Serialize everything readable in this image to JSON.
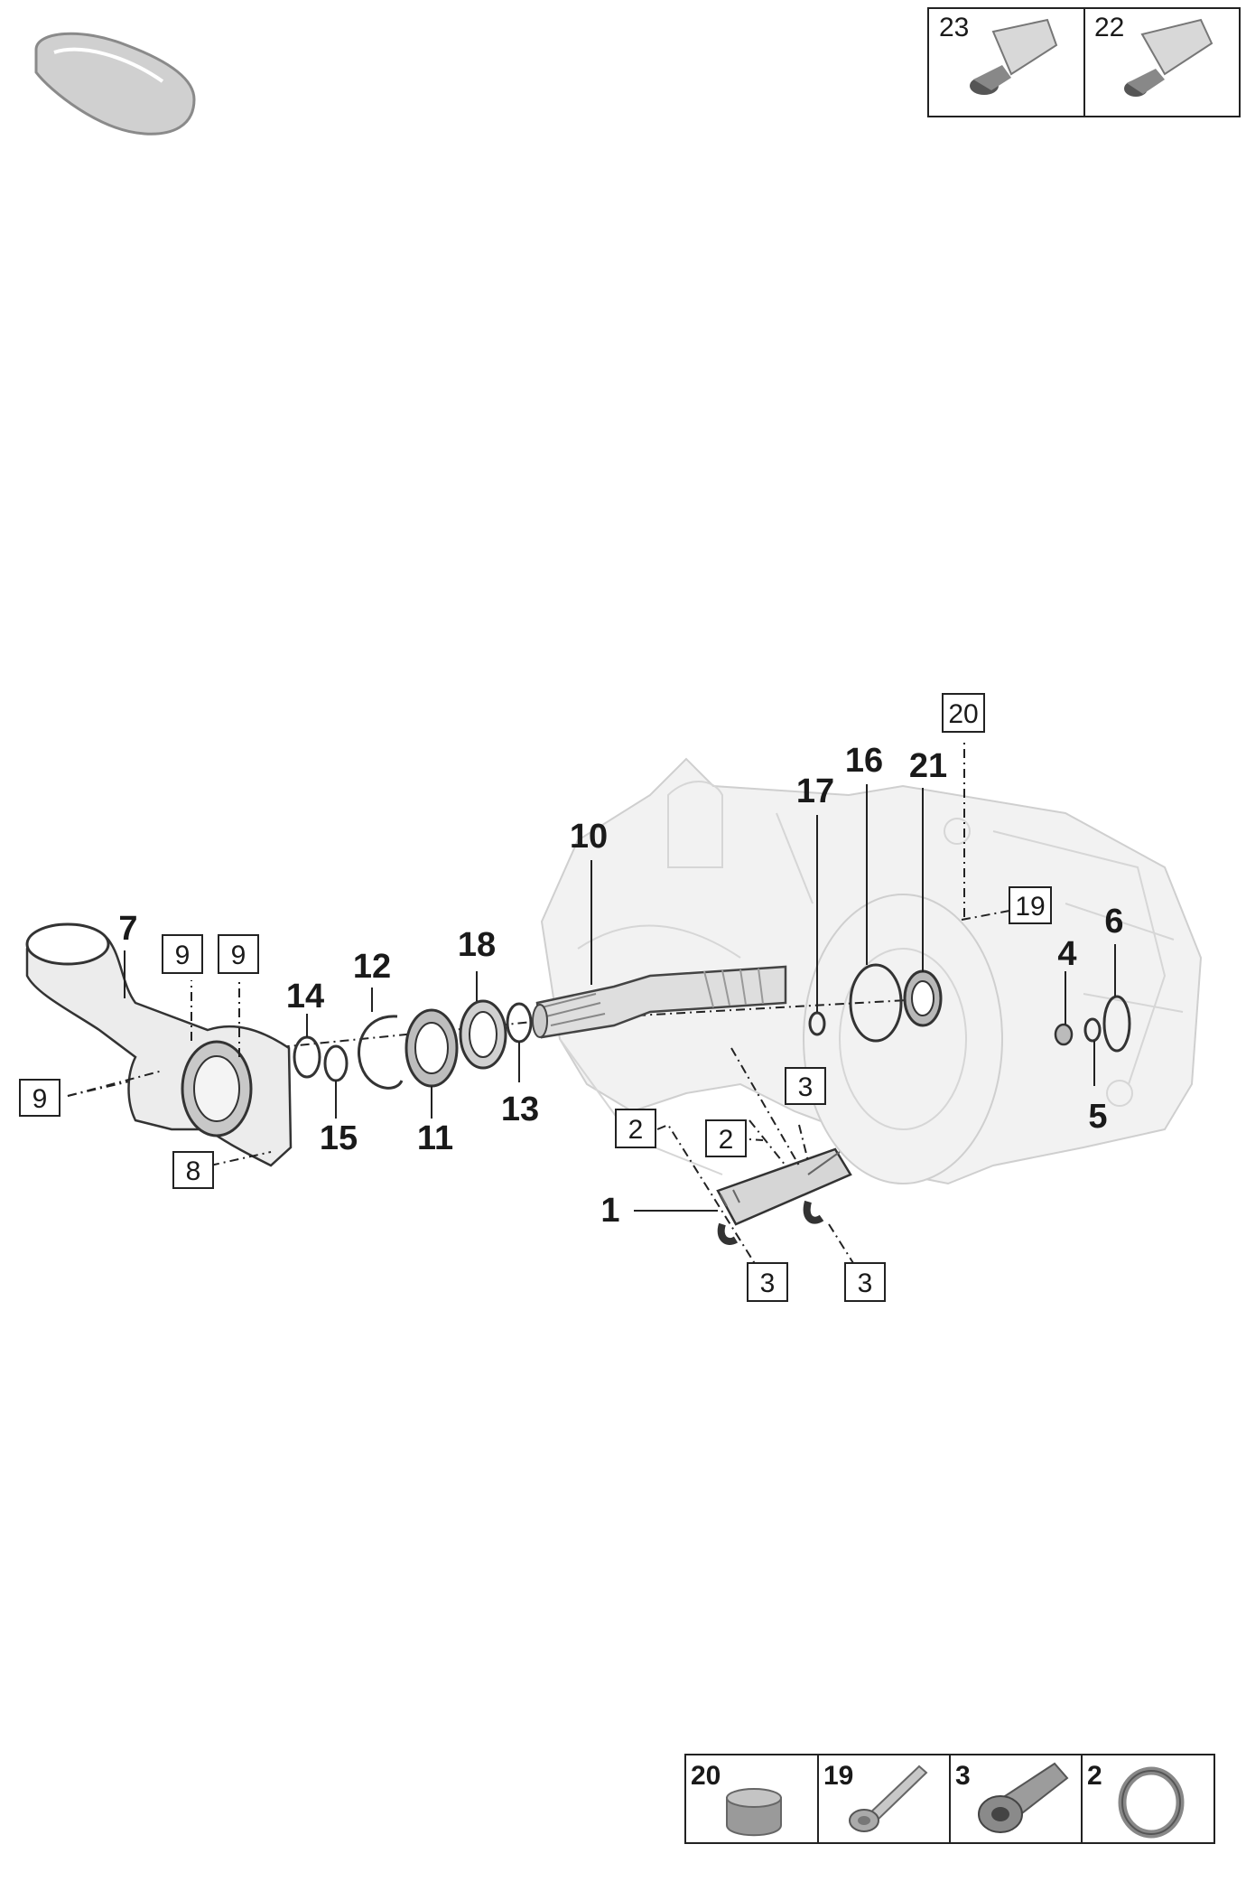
{
  "callouts": {
    "c1": "1",
    "c4": "4",
    "c5": "5",
    "c6": "6",
    "c7": "7",
    "c10": "10",
    "c11": "11",
    "c12": "12",
    "c13": "13",
    "c14": "14",
    "c15": "15",
    "c16": "16",
    "c17": "17",
    "c18": "18",
    "c21": "21"
  },
  "boxed": {
    "b2a": "2",
    "b2b": "2",
    "b3top": "3",
    "b3left": "3",
    "b3right": "3",
    "b8": "8",
    "b9left": "9",
    "b9a": "9",
    "b9b": "9",
    "b19": "19",
    "b20": "20"
  },
  "top_legend": [
    {
      "num": "23",
      "icon": "tube-icon"
    },
    {
      "num": "22",
      "icon": "tube-icon"
    }
  ],
  "bottom_legend": [
    {
      "num": "20",
      "icon": "cap-icon"
    },
    {
      "num": "19",
      "icon": "bolt-icon"
    },
    {
      "num": "3",
      "icon": "screw-icon"
    },
    {
      "num": "2",
      "icon": "o-ring-icon"
    }
  ]
}
